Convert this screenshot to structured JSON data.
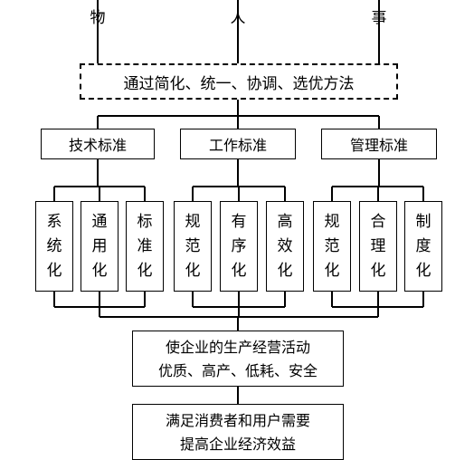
{
  "top_labels": [
    "物",
    "人",
    "事"
  ],
  "method": "通过简化、统一、协调、选优方法",
  "standards": [
    {
      "label": "技术标准",
      "items": [
        [
          "系",
          "统",
          "化"
        ],
        [
          "通",
          "用",
          "化"
        ],
        [
          "标",
          "准",
          "化"
        ]
      ]
    },
    {
      "label": "工作标准",
      "items": [
        [
          "规",
          "范",
          "化"
        ],
        [
          "有",
          "序",
          "化"
        ],
        [
          "高",
          "效",
          "化"
        ]
      ]
    },
    {
      "label": "管理标准",
      "items": [
        [
          "规",
          "范",
          "化"
        ],
        [
          "合",
          "理",
          "化"
        ],
        [
          "制",
          "度",
          "化"
        ]
      ]
    }
  ],
  "outcome": {
    "line1": "使企业的生产经营活动",
    "line2": "优质、高产、低耗、安全"
  },
  "final": {
    "line1": "满足消费者和用户需要",
    "line2": "提高企业经济效益"
  }
}
